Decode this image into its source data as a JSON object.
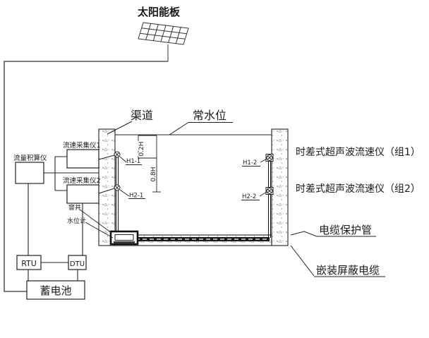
{
  "diagram": {
    "solar_panel_label": "太阳能板",
    "channel_label": "渠道",
    "normal_water_level_label": "常水位",
    "annotations": {
      "ultrasonic_group1": "时差式超声波流速仪（组1）",
      "ultrasonic_group2": "时差式超声波流速仪（组2）",
      "cable_protection_tube": "电缆保护管",
      "embedded_shielded_cable": "嵌装屏蔽电缆"
    },
    "devices": {
      "flow_integrator": "流量积算仪",
      "velocity_collector_1": "流速采集仪1",
      "velocity_collector_2": "流速采集仪2",
      "rtu": "RTU",
      "dtu": "DTU",
      "battery": "蓄电池"
    },
    "sensors": {
      "h1_1": "H1-1",
      "h2_1": "H2-1",
      "h1_2": "H1-2",
      "h2_2": "H2-2"
    },
    "dimensions": {
      "upper_depth": "0.2H",
      "lower_depth": "0.8H"
    },
    "well_label": "窨井",
    "water_gauge_label": "水位计",
    "colors": {
      "line": "#222222",
      "conduit": "#111111",
      "speckle": "#8a8a8a"
    }
  }
}
